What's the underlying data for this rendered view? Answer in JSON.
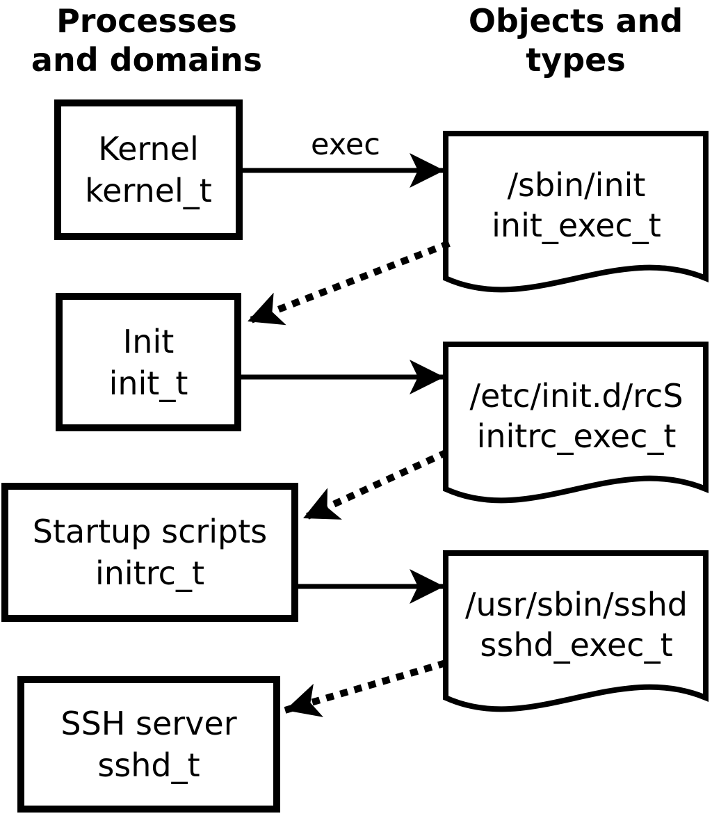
{
  "headers": {
    "left": [
      "Processes",
      "and domains"
    ],
    "right": [
      "Objects and",
      "types"
    ]
  },
  "processes": [
    {
      "name": "Kernel",
      "domain": "kernel_t"
    },
    {
      "name": "Init",
      "domain": "init_t"
    },
    {
      "name": "Startup scripts",
      "domain": "initrc_t"
    },
    {
      "name": "SSH server",
      "domain": "sshd_t"
    }
  ],
  "objects": [
    {
      "path": "/sbin/init",
      "type": "init_exec_t"
    },
    {
      "path": "/etc/init.d/rcS",
      "type": "initrc_exec_t"
    },
    {
      "path": "/usr/sbin/sshd",
      "type": "sshd_exec_t"
    }
  ],
  "edges": [
    {
      "from": "kernel_t",
      "to": "init_exec_t",
      "style": "solid",
      "label": "exec"
    },
    {
      "from": "init_exec_t",
      "to": "init_t",
      "style": "dotted",
      "label": ""
    },
    {
      "from": "init_t",
      "to": "initrc_exec_t",
      "style": "solid",
      "label": ""
    },
    {
      "from": "initrc_exec_t",
      "to": "initrc_t",
      "style": "dotted",
      "label": ""
    },
    {
      "from": "initrc_t",
      "to": "sshd_exec_t",
      "style": "solid",
      "label": ""
    },
    {
      "from": "sshd_exec_t",
      "to": "sshd_t",
      "style": "dotted",
      "label": ""
    }
  ],
  "colors": {
    "ink": "#000000",
    "background": "#ffffff"
  }
}
